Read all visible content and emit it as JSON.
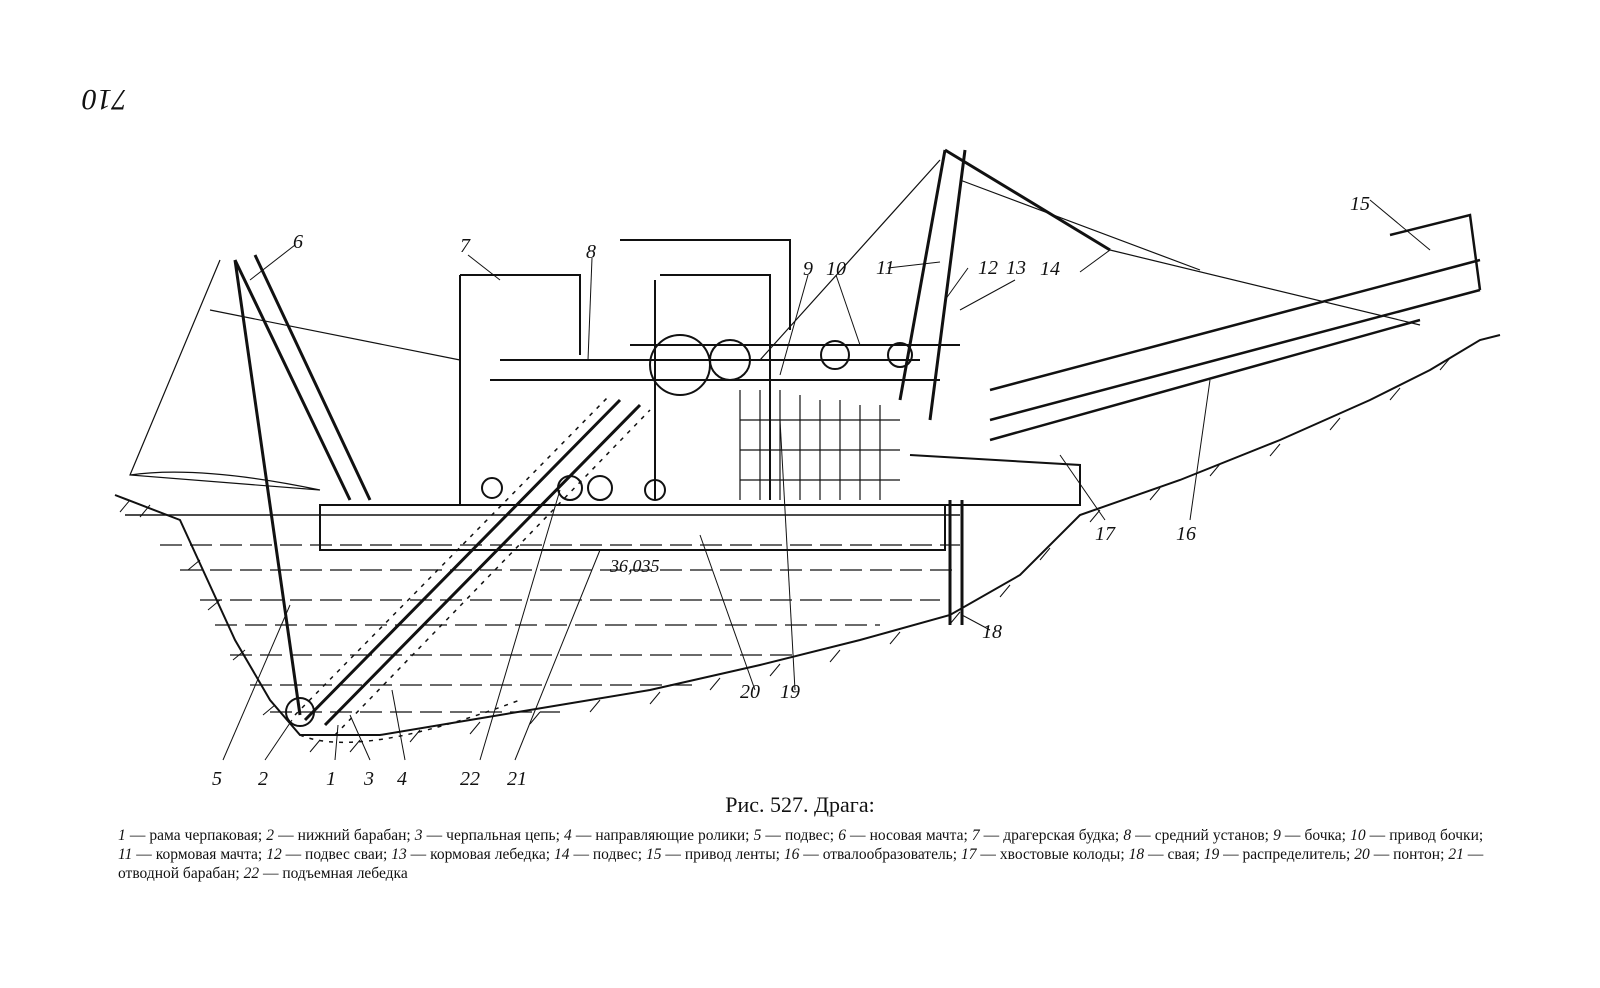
{
  "page_number": "710",
  "caption": {
    "title": "Рис. 527. Драга:",
    "legend": [
      {
        "num": "1",
        "text": "рама черпаковая;"
      },
      {
        "num": "2",
        "text": "нижний барабан;"
      },
      {
        "num": "3",
        "text": "черпальная цепь;"
      },
      {
        "num": "4",
        "text": "направляющие ролики;"
      },
      {
        "num": "5",
        "text": "подвес;"
      },
      {
        "num": "6",
        "text": "носовая мачта;"
      },
      {
        "num": "7",
        "text": "драгерская будка;"
      },
      {
        "num": "8",
        "text": "средний установ;"
      },
      {
        "num": "9",
        "text": "бочка;"
      },
      {
        "num": "10",
        "text": "привод бочки;"
      },
      {
        "num": "11",
        "text": "кормовая мачта;"
      },
      {
        "num": "12",
        "text": "подвес сваи;"
      },
      {
        "num": "13",
        "text": "кормовая лебедка;"
      },
      {
        "num": "14",
        "text": "подвес;"
      },
      {
        "num": "15",
        "text": "привод ленты;"
      },
      {
        "num": "16",
        "text": "отвалообразователь;"
      },
      {
        "num": "17",
        "text": "хвостовые колоды;"
      },
      {
        "num": "18",
        "text": "свая;"
      },
      {
        "num": "19",
        "text": "распределитель;"
      },
      {
        "num": "20",
        "text": "понтон;"
      },
      {
        "num": "21",
        "text": "отводной барабан;"
      },
      {
        "num": "22",
        "text": "подъемная лебедка"
      }
    ]
  },
  "drawing": {
    "waterline_mark": "36,035",
    "callouts": [
      "1",
      "2",
      "3",
      "4",
      "5",
      "6",
      "7",
      "8",
      "9",
      "10",
      "11",
      "12",
      "13",
      "14",
      "15",
      "16",
      "17",
      "18",
      "19",
      "20",
      "21",
      "22"
    ]
  }
}
